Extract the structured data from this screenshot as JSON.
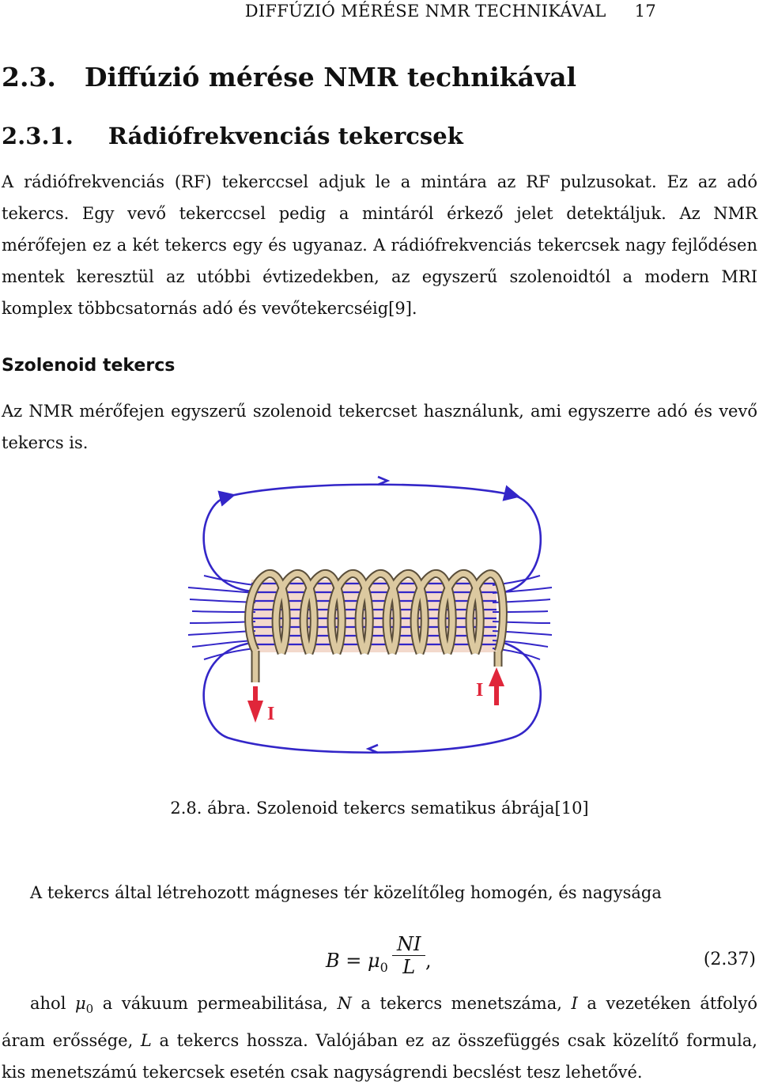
{
  "header": {
    "running_title": "DIFFÚZIÓ MÉRÉSE NMR TECHNIKÁVAL",
    "page_number": "17"
  },
  "section": {
    "number": "2.3.",
    "title": "Diffúzió mérése NMR technikával"
  },
  "subsection": {
    "number": "2.3.1.",
    "title": "Rádiófrekvenciás tekercsek"
  },
  "paragraph1": "A rádiófrekvenciás (RF) tekerccsel adjuk le a mintára az RF pulzusokat. Ez az adó tekercs. Egy vevő tekerccsel pedig a mintáról érkező jelet detektáljuk. Az NMR mérőfejen ez a két tekercs egy és ugyanaz. A rádiófrekvenciás tekercsek nagy fejlődésen mentek keresztül az utóbbi évtizedekben, az egyszerű szolenoidtól a modern MRI komplex többcsatornás adó és vevőtekercséig[9].",
  "paragraph_heading": "Szolenoid tekercs",
  "paragraph2": "Az NMR mérőfejen egyszerű szolenoid tekercset használunk, ami egyszerre adó és vevő tekercs is.",
  "figure": {
    "current_label_left": "I",
    "current_label_right": "I",
    "caption": "2.8. ábra. Szolenoid tekercs sematikus ábrája[10]",
    "colors": {
      "field_lines": "#3326c8",
      "coil": "#dcc9a0",
      "coil_outline": "#5a4e3a",
      "arrow": "#e0263a",
      "interior": "#f3d9cc"
    }
  },
  "paragraph3": "A tekercs által létrehozott mágneses tér közelítőleg homogén, és nagysága",
  "equation": {
    "lhs": "B",
    "equals": "=",
    "mu": "μ",
    "sub": "0",
    "numerator": "NI",
    "denominator": "L",
    "comma": ",",
    "tag": "(2.37)"
  },
  "paragraph4": {
    "start": "ahol",
    "mu": "μ",
    "sub": "0",
    "t1": " a vákuum permeabilitása, ",
    "N": "N",
    "t2": " a tekercs menetszáma, ",
    "I": "I",
    "t3": " a vezetéken átfolyó áram erőssége, ",
    "L": "L",
    "t4": " a tekercs hossza. Valójában ez az összefüggés csak közelítő formula, kis menetszámú tekercsek esetén csak nagyságrendi becslést tesz lehetővé."
  }
}
